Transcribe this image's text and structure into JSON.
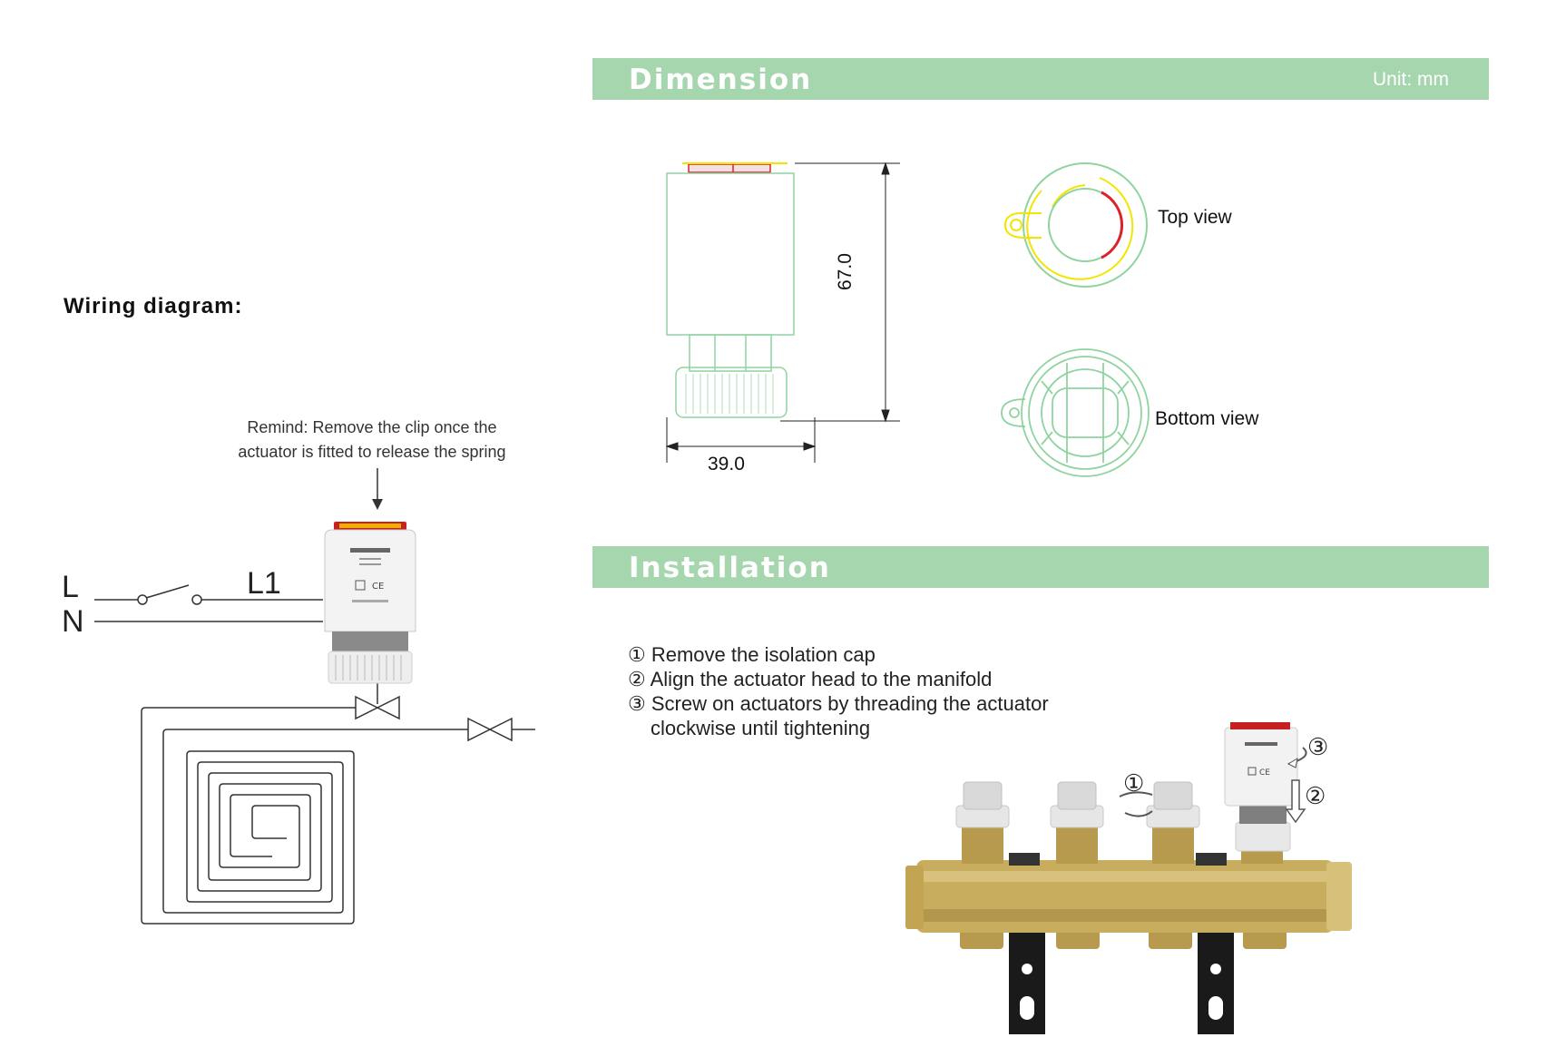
{
  "dimension": {
    "title": "Dimension",
    "unit": "Unit: mm"
  },
  "installation": {
    "title": "Installation"
  },
  "wiring": {
    "title": "Wiring diagram:",
    "remind_line1": "Remind: Remove the clip once the",
    "remind_line2": "actuator is fitted to release the spring",
    "label_L": "L",
    "label_N": "N",
    "label_L1": "L1"
  },
  "drawing": {
    "height_label": "67.0",
    "width_label": "39.0",
    "top_view": "Top view",
    "bottom_view": "Bottom view"
  },
  "steps": {
    "step1": "① Remove the isolation cap",
    "step2": "② Align the actuator head to the manifold",
    "step3": "③ Screw on actuators by threading the actuator",
    "step3b": "clockwise until tightening"
  },
  "callouts": {
    "c1": "①",
    "c2": "②",
    "c3": "③"
  },
  "colors": {
    "banner": "#a6d6ae",
    "outline": "#8fd4a0",
    "yellow": "#f2e600",
    "red": "#e0202a",
    "brass": "#c9ad5f"
  }
}
